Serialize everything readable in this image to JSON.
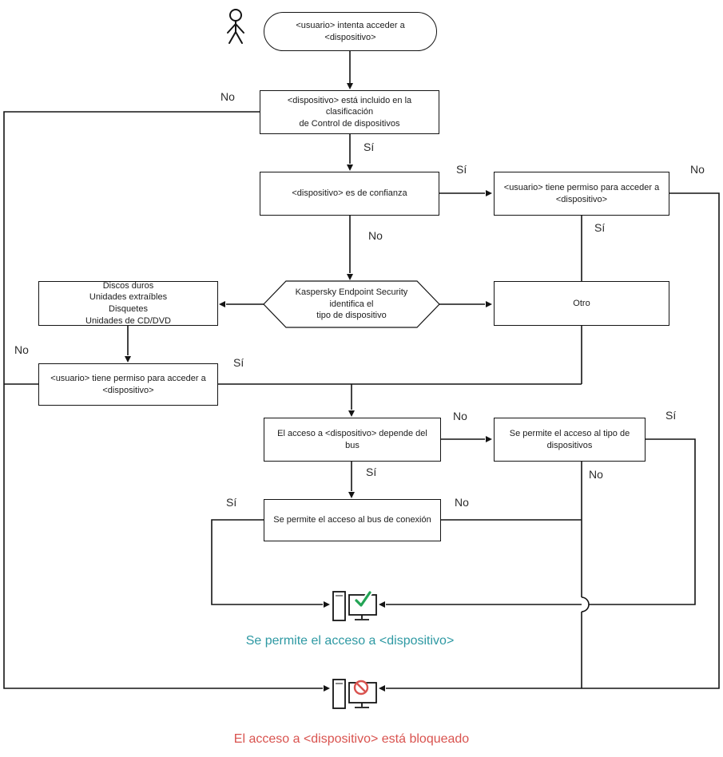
{
  "nodes": {
    "start": "<usuario> intenta acceder a <dispositivo>",
    "classification": "<dispositivo> está incluido en la clasificación\nde Control de dispositivos",
    "trusted": "<dispositivo> es de confianza",
    "permission_top": "<usuario> tiene permiso para acceder a\n<dispositivo>",
    "identify": "Kaspersky Endpoint Security identifica el\ntipo de dispositivo",
    "device_types": "Discos duros\nUnidades extraíbles\nDisquetes\nUnidades de CD/DVD",
    "other": "Otro",
    "permission_left": "<usuario> tiene permiso para acceder a\n<dispositivo>",
    "bus_depends": "El acceso a <dispositivo> depende del bus",
    "type_allowed": "Se permite el acceso al tipo de\ndispositivos",
    "bus_allowed": "Se permite el acceso al bus de conexión"
  },
  "outcomes": {
    "allowed": "Se permite el acceso a <dispositivo>",
    "blocked": "El acceso a <dispositivo> está bloqueado"
  },
  "edges": {
    "classification_no": "No",
    "classification_si": "Sí",
    "trusted_si": "Sí",
    "trusted_no": "No",
    "permission_top_no": "No",
    "permission_top_si": "Sí",
    "permission_left_no": "No",
    "permission_left_si": "Sí",
    "bus_depends_no": "No",
    "bus_depends_si": "Sí",
    "type_allowed_si": "Sí",
    "type_allowed_no": "No",
    "bus_allowed_si": "Sí",
    "bus_allowed_no": "No"
  },
  "icons": {
    "person": "person-icon",
    "allowed_computer": "computer-check-icon",
    "blocked_computer": "computer-prohibited-icon"
  },
  "colors": {
    "line": "#141414",
    "allowed_text": "#2e99a3",
    "blocked_text": "#d9534f",
    "check_green": "#23a455",
    "prohibition_red": "#d9534f"
  }
}
